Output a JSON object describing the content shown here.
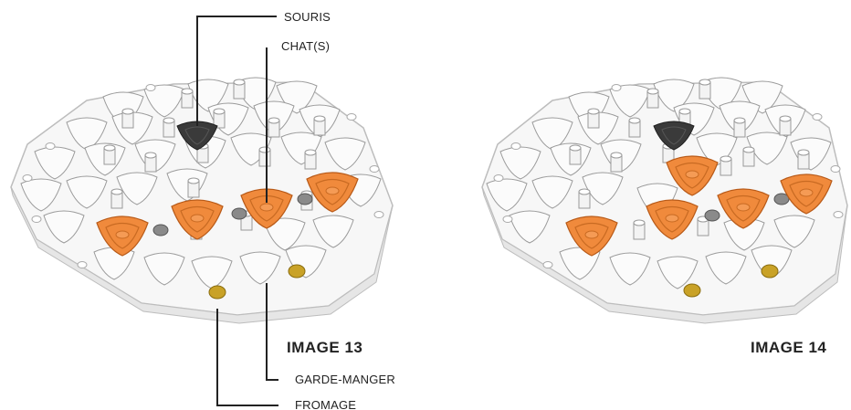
{
  "labels": {
    "souris": "SOURIS",
    "chats": "CHAT(S)",
    "garde_manger": "GARDE-MANGER",
    "fromage": "FROMAGE"
  },
  "captions": {
    "left": "IMAGE 13",
    "right": "IMAGE 14"
  },
  "colors": {
    "board": "#f7f7f7",
    "board_edge": "#bdbdbd",
    "cat": "#f08a3c",
    "mouse": "#3a3a3a",
    "peg_grey": "#8a8a8a",
    "cheese": "#c9a227"
  }
}
